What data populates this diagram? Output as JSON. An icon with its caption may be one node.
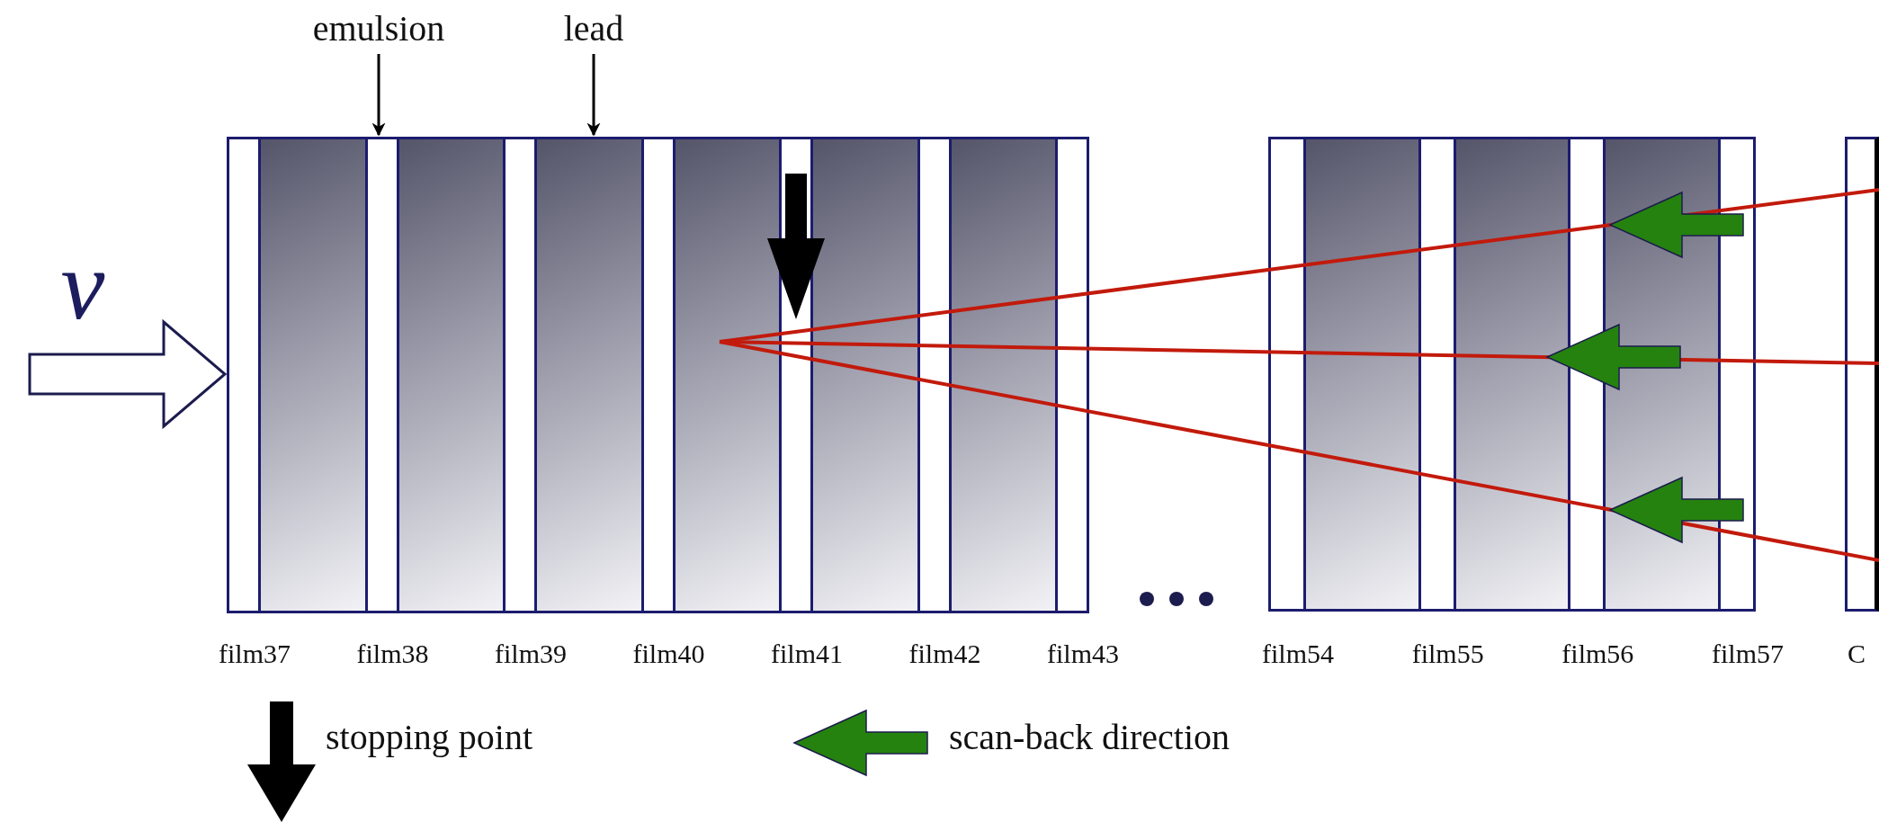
{
  "diagram": {
    "nodes": [
      {
        "text": [
          "emulsion"
        ]
      },
      {
        "text": [
          "lead"
        ]
      },
      {
        "text": [],
        "shape": "box"
      },
      {
        "text": [],
        "shape": "box"
      },
      {
        "text": [],
        "shape": "box"
      }
    ],
    "edges": [
      {
        "from": 0,
        "to": 2,
        "arrow": "to"
      },
      {
        "from": 1,
        "to": 2,
        "arrow": "to"
      },
      {
        "from": null,
        "to": 2,
        "arrow": "to"
      }
    ],
    "labels": [
      "ν",
      "film37",
      "film38",
      "film39",
      "film40",
      "film41",
      "film42",
      "film43",
      "film54",
      "film55",
      "film56",
      "film57",
      "C"
    ],
    "legend": [
      {
        "text": "stopping point"
      },
      {
        "text": "scan-back direction"
      }
    ]
  }
}
